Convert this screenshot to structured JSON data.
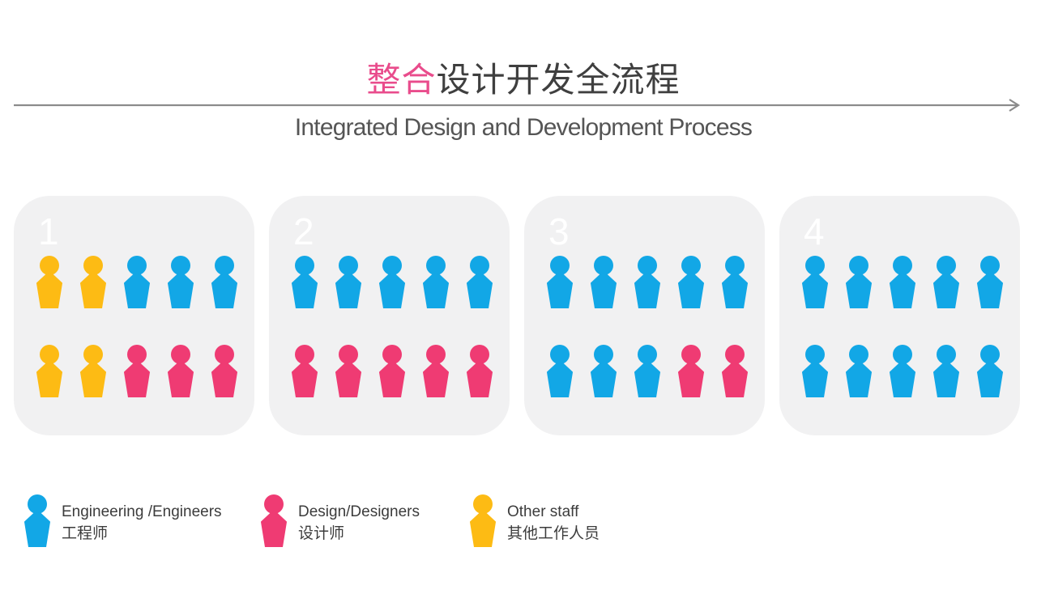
{
  "header": {
    "title_highlight": "整合",
    "title_rest": "设计开发全流程",
    "subtitle": "Integrated Design and Development Process"
  },
  "colors": {
    "engineer": "#12a7e6",
    "designer": "#ef3b73",
    "other": "#fdbb14",
    "panel_bg": "#f1f1f2",
    "title_highlight": "#e94c8c",
    "arrow": "#8b8b8b"
  },
  "panels": [
    {
      "number": "1",
      "rows": [
        [
          "other",
          "other",
          "engineer",
          "engineer",
          "engineer"
        ],
        [
          "other",
          "other",
          "designer",
          "designer",
          "designer"
        ]
      ]
    },
    {
      "number": "2",
      "rows": [
        [
          "engineer",
          "engineer",
          "engineer",
          "engineer",
          "engineer"
        ],
        [
          "designer",
          "designer",
          "designer",
          "designer",
          "designer"
        ]
      ]
    },
    {
      "number": "3",
      "rows": [
        [
          "engineer",
          "engineer",
          "engineer",
          "engineer",
          "engineer"
        ],
        [
          "engineer",
          "engineer",
          "engineer",
          "designer",
          "designer"
        ]
      ]
    },
    {
      "number": "4",
      "rows": [
        [
          "engineer",
          "engineer",
          "engineer",
          "engineer",
          "engineer"
        ],
        [
          "engineer",
          "engineer",
          "engineer",
          "engineer",
          "engineer"
        ]
      ]
    }
  ],
  "legend": [
    {
      "role": "engineer",
      "label_en": "Engineering /Engineers",
      "label_cn": "工程师"
    },
    {
      "role": "designer",
      "label_en": "Design/Designers",
      "label_cn": "设计师"
    },
    {
      "role": "other",
      "label_en": "Other staff",
      "label_cn": "其他工作人员"
    }
  ]
}
